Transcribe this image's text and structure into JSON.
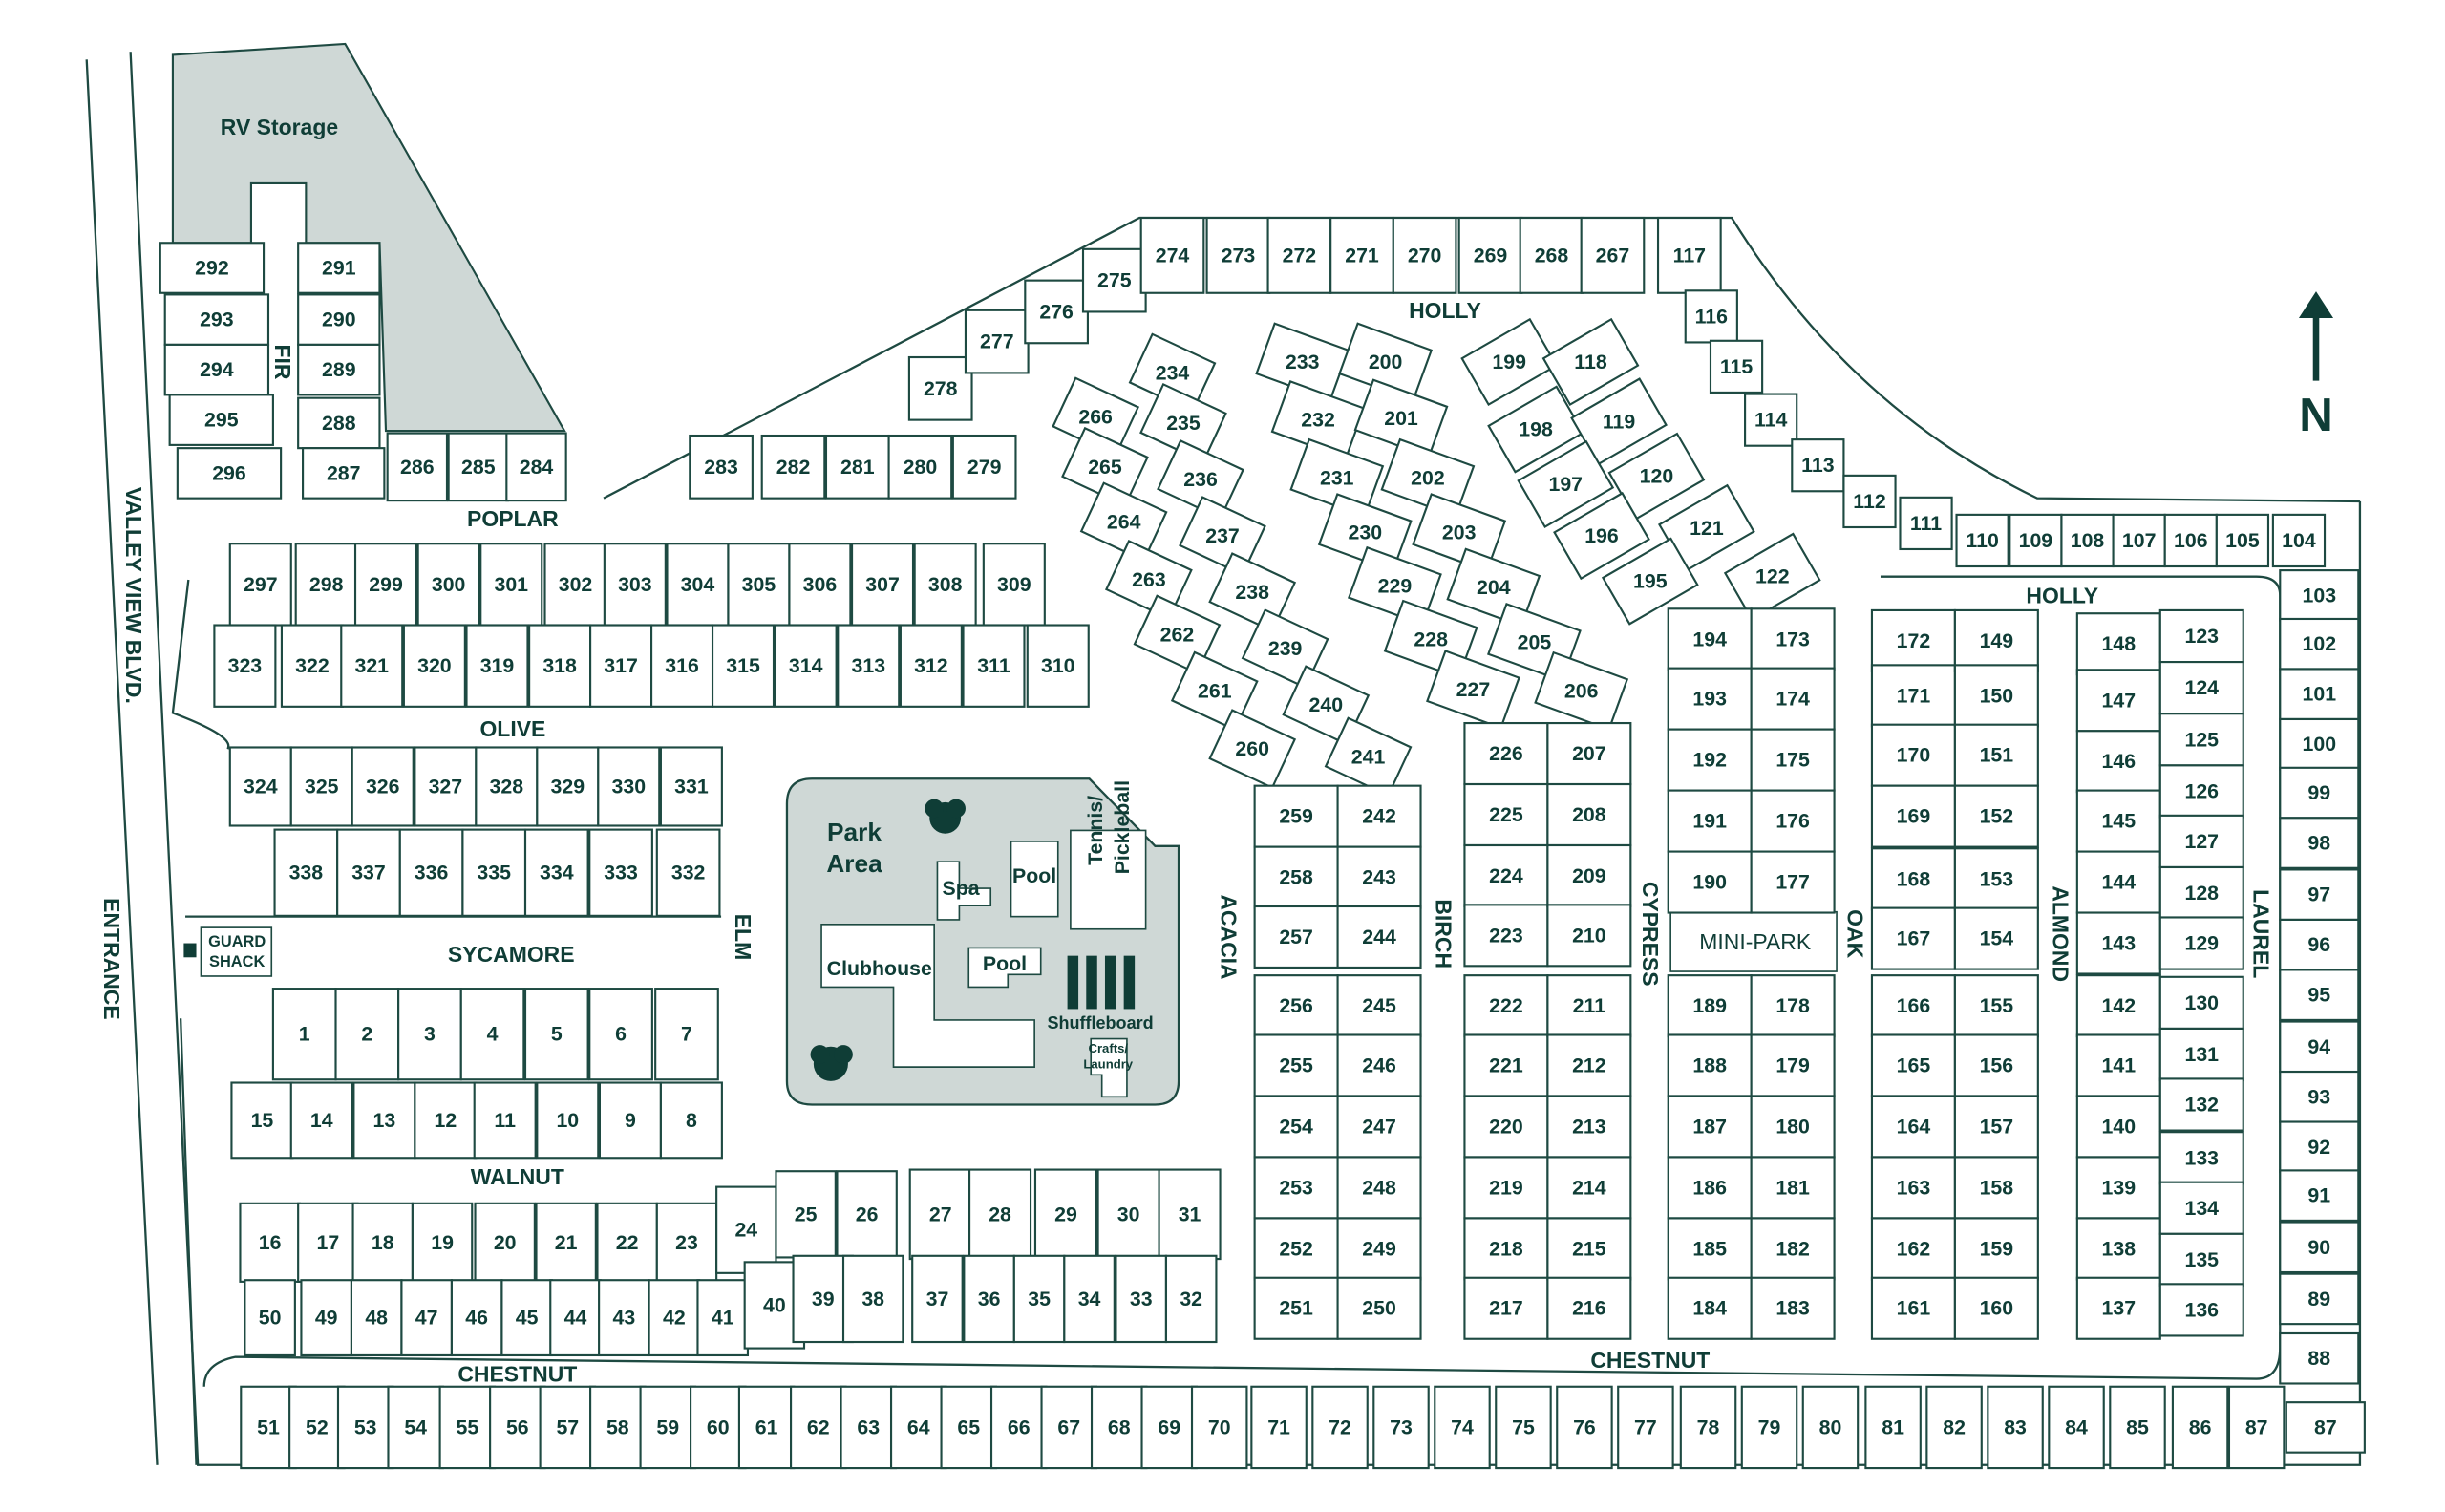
{
  "title": "RV Storage",
  "north_label": "N",
  "colors": {
    "ink": "#0f3d36",
    "park": "#cfd8d6"
  },
  "streets": {
    "holly_top": "HOLLY",
    "holly_east": "HOLLY",
    "poplar": "POPLAR",
    "olive": "OLIVE",
    "sycamore": "SYCAMORE",
    "walnut": "WALNUT",
    "chestnut_west": "CHESTNUT",
    "chestnut_east": "CHESTNUT",
    "elm": "ELM",
    "acacia": "ACACIA",
    "birch": "BIRCH",
    "cypress": "CYPRESS",
    "oak": "OAK",
    "almond": "ALMOND",
    "laurel": "LAUREL",
    "fir": "FIR",
    "valley_view": "VALLEY VIEW BLVD.",
    "entrance": "ENTRANCE"
  },
  "amenities": {
    "park_line1": "Park",
    "park_line2": "Area",
    "spa": "Spa",
    "pool1": "Pool",
    "pool2": "Pool",
    "tennis_line1": "Tennis/",
    "tennis_line2": "Pickleball",
    "clubhouse": "Clubhouse",
    "shuffleboard": "Shuffleboard",
    "crafts_line1": "Crafts/",
    "crafts_line2": "Laundry",
    "mini_park": "MINI-PARK",
    "guard_line1": "GUARD",
    "guard_line2": "SHACK"
  },
  "lots": {
    "firW": [
      "292",
      "293",
      "294",
      "295",
      "296"
    ],
    "firE": [
      "291",
      "290",
      "289",
      "288",
      "287"
    ],
    "rv": [
      "286",
      "285",
      "284"
    ],
    "diag": [
      "283",
      "282",
      "281",
      "280",
      "279",
      "278",
      "277",
      "276",
      "275"
    ],
    "hollyTop": [
      "274",
      "273",
      "272",
      "271",
      "270",
      "269",
      "268",
      "267",
      "117"
    ],
    "hollyCurve": [
      "116",
      "115",
      "114",
      "113",
      "112",
      "111",
      "110",
      "109",
      "108",
      "107",
      "106",
      "105",
      "104"
    ],
    "laurelE": [
      "103",
      "102",
      "101",
      "100",
      "99",
      "98",
      "97",
      "96",
      "95",
      "94",
      "93",
      "92",
      "91",
      "90",
      "89",
      "88",
      "87"
    ],
    "poplar1": [
      "297",
      "298",
      "299",
      "300",
      "301",
      "302",
      "303",
      "304",
      "305",
      "306",
      "307",
      "308",
      "309"
    ],
    "poplar2": [
      "323",
      "322",
      "321",
      "320",
      "319",
      "318",
      "317",
      "316",
      "315",
      "314",
      "313",
      "312",
      "311",
      "310"
    ],
    "olive1": [
      "324",
      "325",
      "326",
      "327",
      "328",
      "329",
      "330",
      "331"
    ],
    "olive2": [
      "338",
      "337",
      "336",
      "335",
      "334",
      "333",
      "332"
    ],
    "syc1": [
      "1",
      "2",
      "3",
      "4",
      "5",
      "6",
      "7"
    ],
    "syc2": [
      "15",
      "14",
      "13",
      "12",
      "11",
      "10",
      "9",
      "8"
    ],
    "wal1": [
      "16",
      "17",
      "18",
      "19",
      "20",
      "21",
      "22",
      "23"
    ],
    "wal2": [
      "50",
      "49",
      "48",
      "47",
      "46",
      "45",
      "44",
      "43",
      "42",
      "41"
    ],
    "wal3": [
      "24",
      "25",
      "26",
      "40",
      "39",
      "38"
    ],
    "wal4": [
      "27",
      "28",
      "29",
      "30",
      "31"
    ],
    "wal5": [
      "37",
      "36",
      "35",
      "34",
      "33",
      "32"
    ],
    "chestnut": [
      "51",
      "52",
      "53",
      "54",
      "55",
      "56",
      "57",
      "58",
      "59",
      "60",
      "61",
      "62",
      "63",
      "64",
      "65",
      "66",
      "67",
      "68",
      "69",
      "70",
      "71",
      "72",
      "73",
      "74",
      "75",
      "76",
      "77",
      "78",
      "79",
      "80",
      "81",
      "82",
      "83",
      "84",
      "85",
      "86",
      "87b"
    ],
    "acaciaCurve": [
      "234",
      "235",
      "236",
      "237",
      "238",
      "239",
      "240",
      "241",
      "266",
      "265",
      "264",
      "263",
      "262",
      "261",
      "260"
    ],
    "acaciaL": [
      "259",
      "258",
      "257",
      "256",
      "255",
      "254",
      "253",
      "252",
      "251"
    ],
    "acaciaR": [
      "242",
      "243",
      "244",
      "245",
      "246",
      "247",
      "248",
      "249",
      "250"
    ],
    "birchCurve": [
      "233",
      "200",
      "232",
      "201",
      "231",
      "202",
      "230",
      "203",
      "229",
      "204",
      "228",
      "205",
      "227",
      "206"
    ],
    "birchL": [
      "226",
      "225",
      "224",
      "223",
      "222",
      "221",
      "220",
      "219",
      "218",
      "217"
    ],
    "birchR": [
      "207",
      "208",
      "209",
      "210",
      "211",
      "212",
      "213",
      "214",
      "215",
      "216"
    ],
    "cypCurve": [
      "199",
      "118",
      "198",
      "119",
      "197",
      "120",
      "196",
      "121",
      "195",
      "122"
    ],
    "cypL": [
      "194",
      "193",
      "192",
      "191",
      "190",
      "189",
      "188",
      "187",
      "186",
      "185",
      "184"
    ],
    "cypR": [
      "173",
      "174",
      "175",
      "176",
      "177",
      "178",
      "179",
      "180",
      "181",
      "182",
      "183"
    ],
    "oakL": [
      "172",
      "171",
      "170",
      "169",
      "168",
      "167",
      "166",
      "165",
      "164",
      "163",
      "162",
      "161"
    ],
    "oakR": [
      "149",
      "150",
      "151",
      "152",
      "153",
      "154",
      "155",
      "156",
      "157",
      "158",
      "159",
      "160"
    ],
    "almL": [
      "148",
      "147",
      "146",
      "145",
      "144",
      "143",
      "142",
      "141",
      "140",
      "139",
      "138",
      "137"
    ],
    "almR": [
      "123",
      "124",
      "125",
      "126",
      "127",
      "128",
      "129",
      "130",
      "131",
      "132",
      "133",
      "134",
      "135",
      "136"
    ]
  }
}
